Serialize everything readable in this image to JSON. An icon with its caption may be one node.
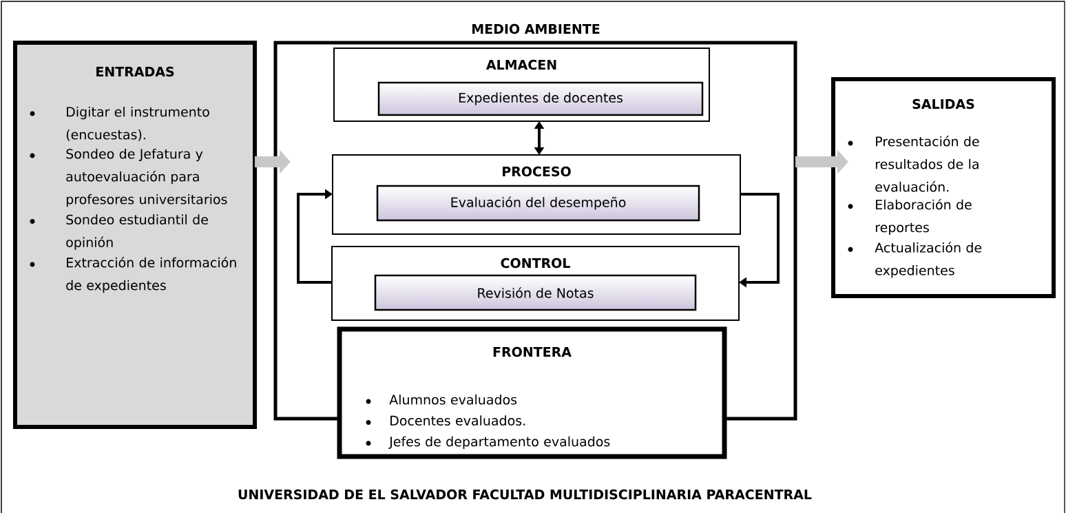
{
  "diagram": {
    "title": "MEDIO AMBIENTE",
    "caption": "UNIVERSIDAD DE EL SALVADOR FACULTAD MULTIDISCIPLINARIA PARACENTRAL",
    "nodes": [
      {
        "text": [
          "ENTRADAS",
          "Digitar el instrumento (encuestas).",
          "Sondeo de Jefatura y autoevaluación para profesores universitarios",
          "Sondeo estudiantil de opinión",
          "Extracción de información de expedientes"
        ]
      },
      {
        "text": [],
        "shape": "box"
      },
      {
        "text": [
          "ALMACEN"
        ],
        "in": 1
      },
      {
        "text": [
          "Expedientes de docentes"
        ],
        "in": 2
      },
      {
        "text": [
          "PROCESO"
        ],
        "in": 1
      },
      {
        "text": [
          "Evaluación del desempeño"
        ],
        "in": 4
      },
      {
        "text": [
          "CONTROL"
        ],
        "in": 1
      },
      {
        "text": [
          "Revisión de Notas"
        ],
        "in": 6
      },
      {
        "text": [
          "FRONTERA",
          "Alumnos evaluados",
          "Docentes evaluados.",
          "Jefes de departamento evaluados"
        ]
      },
      {
        "text": [
          "SALIDAS",
          "Presentación de resultados de la evaluación.",
          "Elaboración de reportes",
          "Actualización de expedientes"
        ]
      }
    ],
    "edges": [
      {
        "from": 0,
        "to": 1,
        "arrow": "to",
        "style": "thick",
        "color": "#c8c8c8"
      },
      {
        "from": 1,
        "to": 9,
        "arrow": "to",
        "style": "thick",
        "color": "#c8c8c8"
      },
      {
        "from": 2,
        "to": 4,
        "arrow": "both"
      },
      {
        "from": 6,
        "to": 4,
        "arrow": "to"
      },
      {
        "from": 4,
        "to": 6,
        "arrow": "to"
      }
    ]
  }
}
